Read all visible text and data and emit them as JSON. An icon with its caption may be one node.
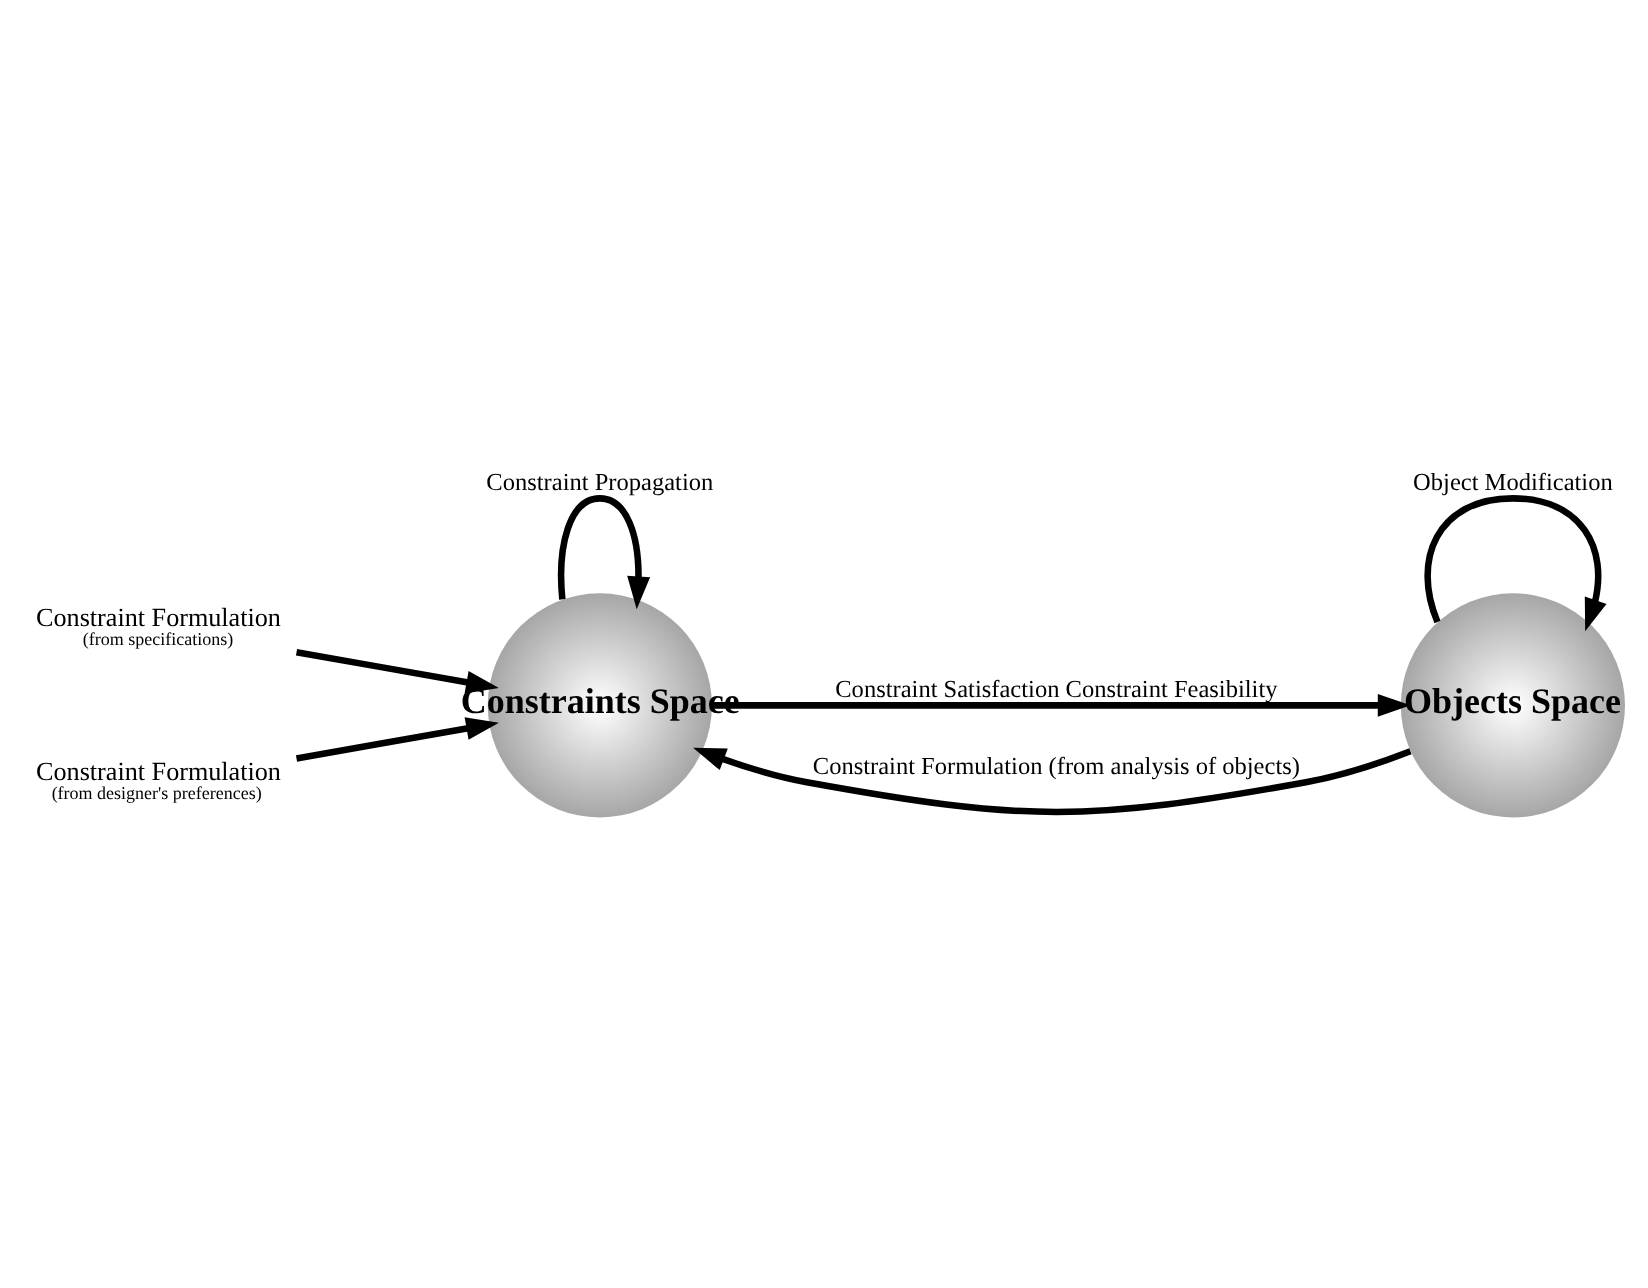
{
  "diagram": {
    "nodes": [
      {
        "text": [
          "Constraints Space"
        ]
      },
      {
        "text": [
          "Objects Space"
        ]
      },
      {
        "text": [
          "Constraint Formulation",
          "(from specifications)"
        ]
      },
      {
        "text": [
          "Constraint Formulation",
          "(from designer's preferences)"
        ]
      }
    ],
    "edges": [
      {
        "from": 0,
        "to": 0,
        "arrow": "to",
        "label": "Constraint Propagation"
      },
      {
        "from": 1,
        "to": 1,
        "arrow": "to",
        "label": "Object Modification"
      },
      {
        "from": 1,
        "to": 0,
        "arrow": "to",
        "label": "Constraint Formulation (from analysis of objects)"
      },
      {
        "from": 0,
        "to": 1,
        "arrow": "to",
        "label": "Constraint Satisfaction Constraint Feasibility"
      },
      {
        "from": 2,
        "to": 0,
        "arrow": "to"
      },
      {
        "from": 3,
        "to": 0,
        "arrow": "to"
      }
    ]
  }
}
